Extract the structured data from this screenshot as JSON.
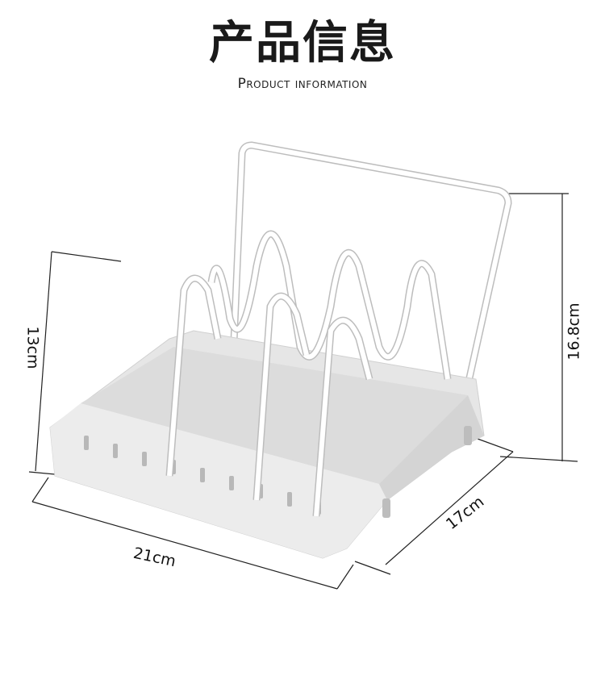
{
  "header": {
    "title": "产品信息",
    "subtitle": "Product information"
  },
  "dimensions": {
    "height_left": "13cm",
    "height_right": "16.8cm",
    "width": "21cm",
    "depth": "17cm"
  },
  "colors": {
    "tray": "#e4e4e4",
    "tray_shadow": "#cfcfcf",
    "wire": "#ffffff",
    "wire_outline": "#bdbdbd",
    "line": "#222222"
  }
}
